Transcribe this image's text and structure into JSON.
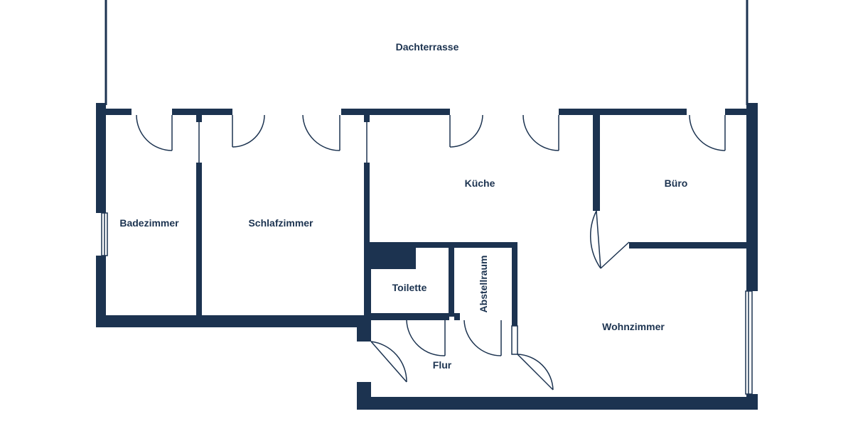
{
  "plan": {
    "wall_color": "#1c3350",
    "background": "#ffffff",
    "rooms": [
      {
        "id": "dachterrasse",
        "label": "Dachterrasse"
      },
      {
        "id": "badezimmer",
        "label": "Badezimmer"
      },
      {
        "id": "schlafzimmer",
        "label": "Schlafzimmer"
      },
      {
        "id": "kueche",
        "label": "Küche"
      },
      {
        "id": "buero",
        "label": "Büro"
      },
      {
        "id": "toilette",
        "label": "Toilette"
      },
      {
        "id": "abstellraum",
        "label": "Abstellraum"
      },
      {
        "id": "flur",
        "label": "Flur"
      },
      {
        "id": "wohnzimmer",
        "label": "Wohnzimmer"
      }
    ]
  }
}
